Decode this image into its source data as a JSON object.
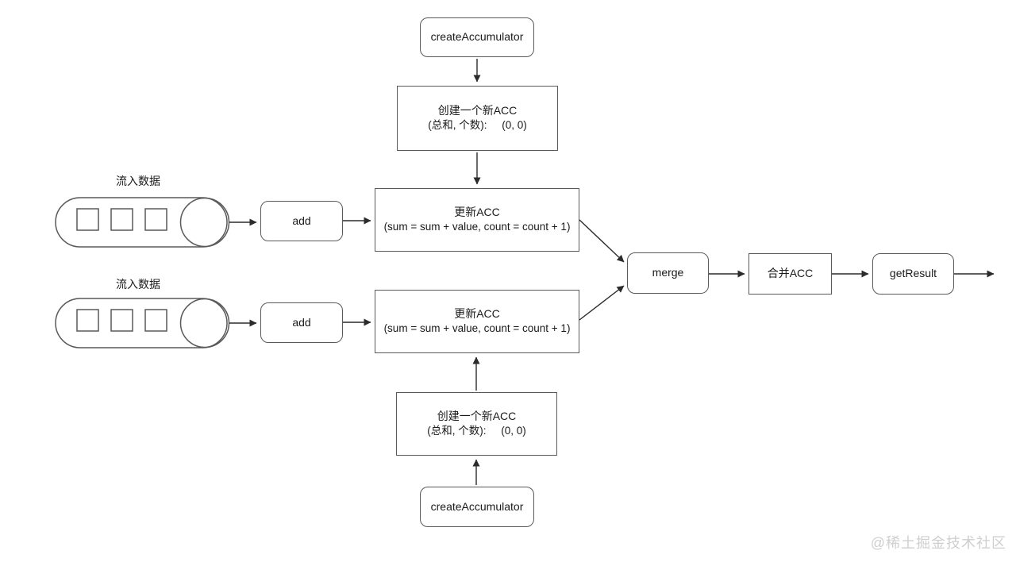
{
  "colors": {
    "background": "#ffffff",
    "box_border": "#595959",
    "arrow": "#2b2b2b",
    "text": "#1a1a1a",
    "watermark": "#cfcfcf"
  },
  "nodes": {
    "create_acc_top": "createAccumulator",
    "init_acc_top_line1": "创建一个新ACC",
    "init_acc_top_line2": "(总和, 个数):     (0, 0)",
    "stream_top_label": "流入数据",
    "add_top": "add",
    "update_top_line1": "更新ACC",
    "update_top_line2": "(sum = sum + value, count = count + 1)",
    "stream_bottom_label": "流入数据",
    "add_bottom": "add",
    "update_bottom_line1": "更新ACC",
    "update_bottom_line2": "(sum = sum + value, count = count + 1)",
    "merge": "merge",
    "merge_acc": "合并ACC",
    "get_result": "getResult",
    "init_acc_bottom_line1": "创建一个新ACC",
    "init_acc_bottom_line2": "(总和, 个数):     (0, 0)",
    "create_acc_bottom": "createAccumulator"
  },
  "watermark": "@稀土掘金技术社区"
}
